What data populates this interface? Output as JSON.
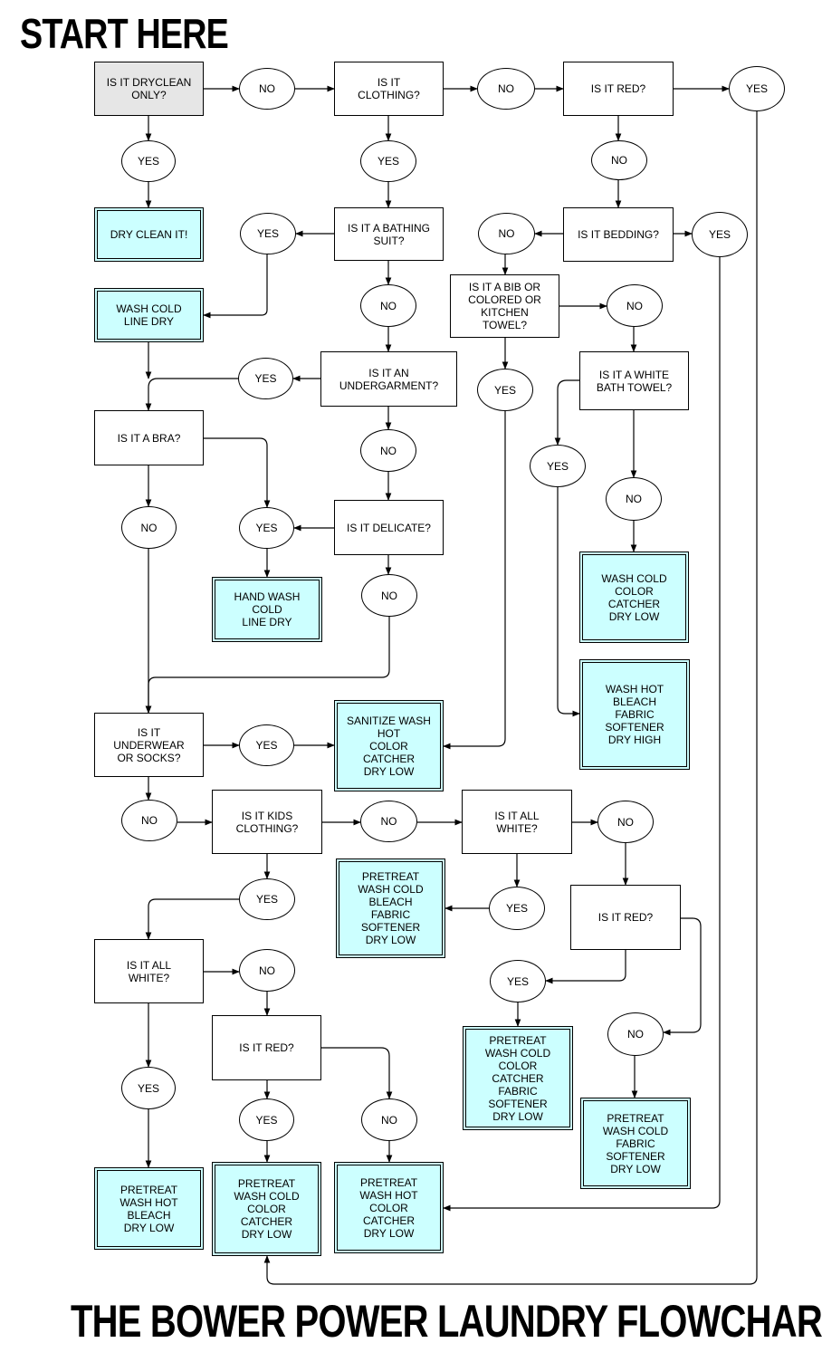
{
  "titles": {
    "top": "START HERE",
    "bottom": "THE BOWER POWER LAUNDRY FLOWCHART"
  },
  "colors": {
    "result_fill": "#ccffff",
    "start_fill": "#e6e6e6",
    "line": "#000000"
  },
  "nodes": {
    "q_dryclean": "IS IT DRYCLEAN\nONLY?",
    "q_clothing": "IS IT\nCLOTHING?",
    "q_red_top": "IS IT RED?",
    "q_bathing": "IS IT A BATHING\nSUIT?",
    "q_bedding": "IS IT BEDDING?",
    "q_bib": "IS IT A BIB OR\nCOLORED OR\nKITCHEN\nTOWEL?",
    "q_undergarment": "IS IT AN\nUNDERGARMENT?",
    "q_whitetowel": "IS IT A WHITE\nBATH TOWEL?",
    "q_bra": "IS IT A BRA?",
    "q_delicate": "IS IT DELICATE?",
    "q_underwear": "IS IT\nUNDERWEAR\nOR SOCKS?",
    "q_kids": "IS IT KIDS\nCLOTHING?",
    "q_allwhite_mid": "IS IT ALL\nWHITE?",
    "q_red_mid": "IS IT RED?",
    "q_allwhite_low": "IS IT ALL\nWHITE?",
    "q_red_low": "IS IT RED?",
    "r_dryclean": "DRY CLEAN IT!",
    "r_washcold_linedry": "WASH COLD\nLINE DRY",
    "r_handwash": "HAND WASH\nCOLD\nLINE DRY",
    "r_colorcatcher_low": "WASH COLD\nCOLOR\nCATCHER\nDRY LOW",
    "r_washhot_bleach": "WASH HOT\nBLEACH\nFABRIC\nSOFTENER\nDRY HIGH",
    "r_sanitize": "SANITIZE WASH\nHOT\nCOLOR\nCATCHER\nDRY LOW",
    "r_pretreat_bleach_softener": "PRETREAT\nWASH COLD\nBLEACH\nFABRIC\nSOFTENER\nDRY LOW",
    "r_pretreat_catcher_softener": "PRETREAT\nWASH COLD\nCOLOR\nCATCHER\nFABRIC\nSOFTENER\nDRY LOW",
    "r_pretreat_softener": "PRETREAT\nWASH  COLD\nFABRIC\nSOFTENER\nDRY LOW",
    "r_pretreat_hot_bleach": "PRETREAT\nWASH HOT\nBLEACH\nDRY LOW",
    "r_pretreat_cold_catcher": "PRETREAT\nWASH COLD\nCOLOR\nCATCHER\nDRY LOW",
    "r_pretreat_hot_catcher": "PRETREAT\nWASH  HOT\nCOLOR\nCATCHER\nDRY LOW"
  },
  "answers": {
    "yes": "YES",
    "no": "NO"
  }
}
